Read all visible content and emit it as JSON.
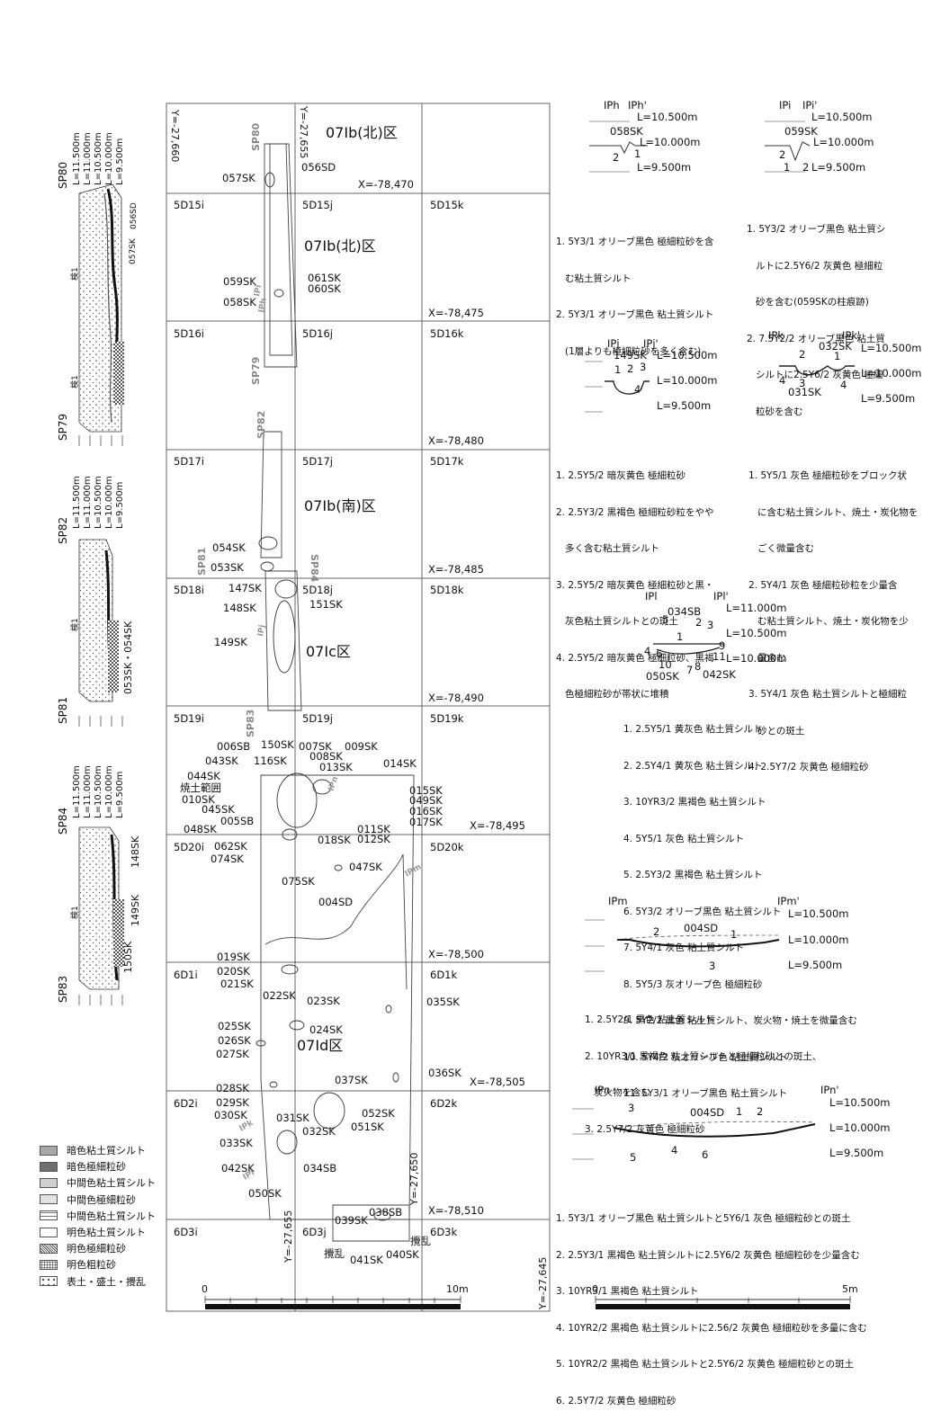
{
  "grid": {
    "y_axis_labels": [
      "Y=-27,660",
      "Y=-27,655",
      "Y=-27,655",
      "Y=-27,650",
      "Y=-27,645"
    ],
    "x_axis_labels": [
      "X=-78,470",
      "X=-78,475",
      "X=-78,480",
      "X=-78,485",
      "X=-78,490",
      "X=-78,495",
      "X=-78,500",
      "X=-78,505",
      "X=-78,510"
    ],
    "cells": [
      "5D15i",
      "5D15j",
      "5D15k",
      "5D16i",
      "5D16j",
      "5D16k",
      "5D17i",
      "5D17j",
      "5D17k",
      "5D18i",
      "5D18j",
      "5D18k",
      "5D19i",
      "5D19j",
      "5D19k",
      "5D20i",
      "5D20k",
      "6D1i",
      "6D1k",
      "6D2i",
      "6D2k",
      "6D3i",
      "6D3j",
      "6D3k"
    ],
    "area_labels": [
      "07Ⅰb(北)区",
      "07Ⅰb(北)区",
      "07Ⅰb(南)区",
      "07Ⅰc区",
      "07Ⅰd区"
    ]
  },
  "features": [
    "057SK",
    "056SD",
    "059SK",
    "058SK",
    "061SK",
    "060SK",
    "054SK",
    "053SK",
    "147SK",
    "148SK",
    "151SK",
    "149SK",
    "150SK",
    "006SB",
    "043SK",
    "116SK",
    "007SK",
    "008SK",
    "009SK",
    "013SK",
    "014SK",
    "044SK",
    "焼土範囲",
    "010SK",
    "045SK",
    "005SB",
    "048SK",
    "015SK",
    "049SK",
    "016SK",
    "017SK",
    "011SK",
    "012SK",
    "018SK",
    "062SK",
    "074SK",
    "075SK",
    "047SK",
    "004SD",
    "019SK",
    "020SK",
    "021SK",
    "022SK",
    "023SK",
    "035SK",
    "025SK",
    "024SK",
    "026SK",
    "027SK",
    "036SK",
    "037SK",
    "028SK",
    "029SK",
    "030SK",
    "052SK",
    "031SK",
    "051SK",
    "032SK",
    "033SK",
    "042SK",
    "034SB",
    "050SK",
    "039SK",
    "038SB",
    "攪乱",
    "攪乱",
    "041SK",
    "040SK"
  ],
  "section_markers": [
    "SP80",
    "SP79",
    "SP82",
    "SP81",
    "SP84",
    "SP83"
  ],
  "section_points": [
    "IPh",
    "IPi",
    "IPj",
    "IPk",
    "IPl",
    "IPm",
    "IPn"
  ],
  "scale_plan": {
    "start": "0",
    "end": "10m"
  },
  "scale_section": {
    "start": "0",
    "end": "5m"
  },
  "left_sections": [
    {
      "top": "SP80",
      "bottom": "SP79",
      "levels": [
        "L=11.500m",
        "L=11.000m",
        "L=10.500m",
        "L=10.000m",
        "L=9.500m"
      ],
      "labels": [
        "056SD",
        "057SK",
        "検1",
        "検1"
      ]
    },
    {
      "top": "SP82",
      "bottom": "SP81",
      "levels": [
        "L=11.500m",
        "L=11.000m",
        "L=10.500m",
        "L=10.000m",
        "L=9.500m"
      ],
      "labels": [
        "検1",
        "053SK・054SK"
      ]
    },
    {
      "top": "SP84",
      "bottom": "SP83",
      "levels": [
        "L=11.500m",
        "L=11.000m",
        "L=10.500m",
        "L=10.000m",
        "L=9.500m"
      ],
      "labels": [
        "148SK",
        "149SK",
        "検1",
        "150SK"
      ]
    }
  ],
  "right_sections": [
    {
      "ends": [
        "IPh",
        "IPh'"
      ],
      "feature": "058SK",
      "levels": [
        "L=10.500m",
        "L=10.000m",
        "L=9.500m"
      ],
      "layers": [
        "2",
        "1"
      ]
    },
    {
      "ends": [
        "IPi",
        "IPi'"
      ],
      "feature": "059SK",
      "levels": [
        "L=10.500m",
        "L=10.000m",
        "L=9.500m"
      ],
      "layers": [
        "2",
        "1",
        "2"
      ]
    },
    {
      "ends": [
        "IPj",
        "IPj'"
      ],
      "feature": "149SK",
      "levels": [
        "L=10.500m",
        "L=10.000m",
        "L=9.500m"
      ],
      "layers": [
        "1",
        "2",
        "3",
        "4"
      ]
    },
    {
      "ends": [
        "IPk",
        "IPk'"
      ],
      "feature": "032SK",
      "feature2": "031SK",
      "levels": [
        "L=10.500m",
        "L=10.000m",
        "L=9.500m"
      ],
      "layers": [
        "2",
        "1",
        "4",
        "3",
        "4"
      ]
    },
    {
      "ends": [
        "IPl",
        "IPl'"
      ],
      "feature": "034SB",
      "feature2": "050SK",
      "feature3": "042SK",
      "levels": [
        "L=11.000m",
        "L=10.500m",
        "L=10.000m"
      ],
      "layers": [
        "5",
        "2",
        "3",
        "1",
        "4",
        "6",
        "9",
        "10",
        "7",
        "8",
        "11"
      ]
    },
    {
      "ends": [
        "IPm",
        "IPm'"
      ],
      "feature": "004SD",
      "levels": [
        "L=10.500m",
        "L=10.000m",
        "L=9.500m"
      ],
      "layers": [
        "2",
        "1",
        "3"
      ]
    },
    {
      "ends": [
        "IPn",
        "IPn'"
      ],
      "feature": "004SD",
      "levels": [
        "L=10.500m",
        "L=10.000m",
        "L=9.500m"
      ],
      "layers": [
        "3",
        "1",
        "2",
        "5",
        "4",
        "6"
      ]
    }
  ],
  "notes": {
    "IPh": [
      "1. 5Y3/1 オリーブ黒色 極細粒砂を含",
      "   む粘土質シルト",
      "2. 5Y3/1 オリーブ黒色 粘土質シルト",
      "   (1層よりも極細粒砂を多く含む)"
    ],
    "IPi": [
      "1. 5Y3/2 オリーブ黒色 粘土質シ",
      "   ルトに2.5Y6/2 灰黄色 極細粒",
      "   砂を含む(059SKの柱痕跡)",
      "2. 7.5Y2/2 オリーブ黒色 粘土質",
      "   シルトに2.5Y6/2 灰黄色 極細",
      "   粒砂を含む"
    ],
    "IPj": [
      "1. 2.5Y5/2 暗灰黄色 極細粒砂",
      "2. 2.5Y3/2 黒褐色 極細粒砂粒をやや",
      "   多く含む粘土質シルト",
      "3. 2.5Y5/2 暗灰黄色 極細粒砂と黒・",
      "   灰色粘土質シルトとの斑土",
      "4. 2.5Y5/2 暗灰黄色 極細粒砂、黒褐",
      "   色極細粒砂が帯状に堆積"
    ],
    "IPk": [
      "1. 5Y5/1 灰色 極細粒砂をブロック状",
      "   に含む粘土質シルト、焼土・炭化物を",
      "   ごく微量含む",
      "2. 5Y4/1 灰色 極細粒砂粒を少量含",
      "   む粘土質シルト、焼土・炭化物を少",
      "   量含む",
      "3. 5Y4/1 灰色 粘土質シルトと極細粒",
      "   砂との斑土",
      "4. 2.5Y7/2 灰黄色 極細粒砂"
    ],
    "IPl": [
      "1. 2.5Y5/1 黄灰色 粘土質シルト",
      "2. 2.5Y4/1 黄灰色 粘土質シルト",
      "3. 10YR3/2 黒褐色 粘土質シルト",
      "4. 5Y5/1 灰色 粘土質シルト",
      "5. 2.5Y3/2 黒褐色 粘土質シルト",
      "6. 5Y3/2 オリーブ黒色 粘土質シルト",
      "7. 5Y4/1 灰色 粘土質シルト",
      "8. 5Y5/3 灰オリーブ色 極細粒砂",
      "9. 5Y2/2 黒色 粘土質シルト、炭火物・焼土を微量含む",
      "10. 5Y4/2 灰オリーブ色 粘土質シルト",
      "11. 5Y3/1 オリーブ黒色 粘土質シルト"
    ],
    "IPm": [
      "1. 2.5Y2/1 黒色 粘土質シルト",
      "2. 10YR3/1 黒褐色 粘土質シルトと極細粒砂との斑土、",
      "   炭火物を含む",
      "3. 2.5Y7/2 灰黄色 極細粒砂"
    ],
    "IPn": [
      "1. 5Y3/1 オリーブ黒色 粘土質シルトと5Y6/1 灰色 極細粒砂との斑土",
      "2. 2.5Y3/1 黒褐色 粘土質シルトに2.5Y6/2 灰黄色 極細粒砂を少量含む",
      "3. 10YR3/1 黒褐色 粘土質シルト",
      "4. 10YR2/2 黒褐色 粘土質シルトに2.56/2 灰黄色 極細粒砂を多量に含む",
      "5. 10YR2/2 黒褐色 粘土質シルトと2.5Y6/2 灰黄色 極細粒砂との斑土",
      "6. 2.5Y7/2 灰黄色 極細粒砂"
    ]
  },
  "legend": [
    {
      "label": "暗色粘土質シルト",
      "color": "#a8a8a8"
    },
    {
      "label": "暗色極細粒砂",
      "color": "#6e6e6e"
    },
    {
      "label": "中間色粘土質シルト",
      "color": "#cfcfcf"
    },
    {
      "label": "中間色極細粒砂",
      "color": "#e2e2e2"
    },
    {
      "label": "中間色粘土質シルト",
      "color": "#ffffff"
    },
    {
      "label": "明色粘土質シルト",
      "color": "#ffffff"
    },
    {
      "label": "明色極細粒砂",
      "color": "#bdbdbd"
    },
    {
      "label": "明色粗粒砂",
      "color": "#d0d0d0"
    },
    {
      "label": "表土・盛土・攪乱",
      "color": "#ffffff"
    }
  ]
}
